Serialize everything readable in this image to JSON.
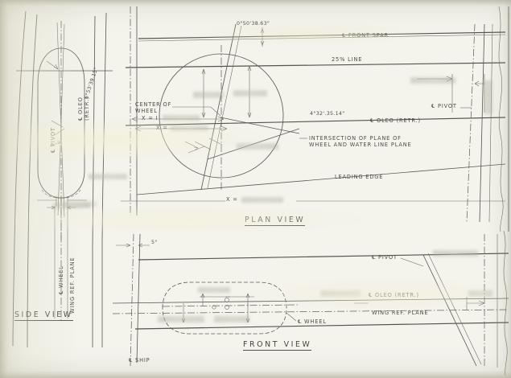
{
  "document": {
    "type": "engineering-drawing",
    "subject": "Aircraft main landing gear oleo / pivot geometry",
    "paper_color": "#f4f3ec",
    "ink_color": "#5d5d57"
  },
  "views": {
    "side": {
      "title": "SIDE  VIEW",
      "labels": {
        "oleo": "℄ OLEO\n(RETR.)",
        "oleo_line1": "℄ OLEO",
        "oleo_line2": "(RETR.)",
        "pivot": "℄ PIVOT",
        "angle": "6°53'39.15\"",
        "wing_ref_plane": "WING REF. PLANE",
        "wheel": "℄ WHEEL"
      },
      "redacted_dimensions": [
        "",
        "",
        ""
      ]
    },
    "plan": {
      "title": "PLAN  VIEW",
      "labels": {
        "front_spar": "℄ FRONT SPAR",
        "quarter_line": "25%  LINE",
        "pivot": "℄ PIVOT",
        "oleo_retr": "℄ OLEO (RETR.)",
        "center_of_wheel_l1": "CENTER OF",
        "center_of_wheel_l2": "WHEEL",
        "intersection_l1": "INTERSECTION OF PLANE OF",
        "intersection_l2": "WHEEL AND WATER LINE PLANE",
        "leading_edge": "LEADING  EDGE",
        "angle_spar": "0°50'38.63\"",
        "angle_oleo": "4°32'.35.14\"",
        "x_dim_1": "X = I",
        "x_dim_2": "X =",
        "x_dim_3": "X ="
      },
      "redacted_dimensions": [
        "",
        "",
        "",
        "",
        "",
        "",
        ""
      ]
    },
    "front": {
      "title": "FRONT  VIEW",
      "labels": {
        "angle": "5°",
        "pivot": "℄ PIVOT",
        "oleo_retr": "℄ OLEO (RETR.)",
        "wing_ref_plane": "WING REF. PLANE",
        "wheel": "℄ WHEEL",
        "ship": "℄ SHIP"
      },
      "redacted_dimensions": [
        "",
        "",
        "",
        "",
        "",
        ""
      ]
    }
  }
}
